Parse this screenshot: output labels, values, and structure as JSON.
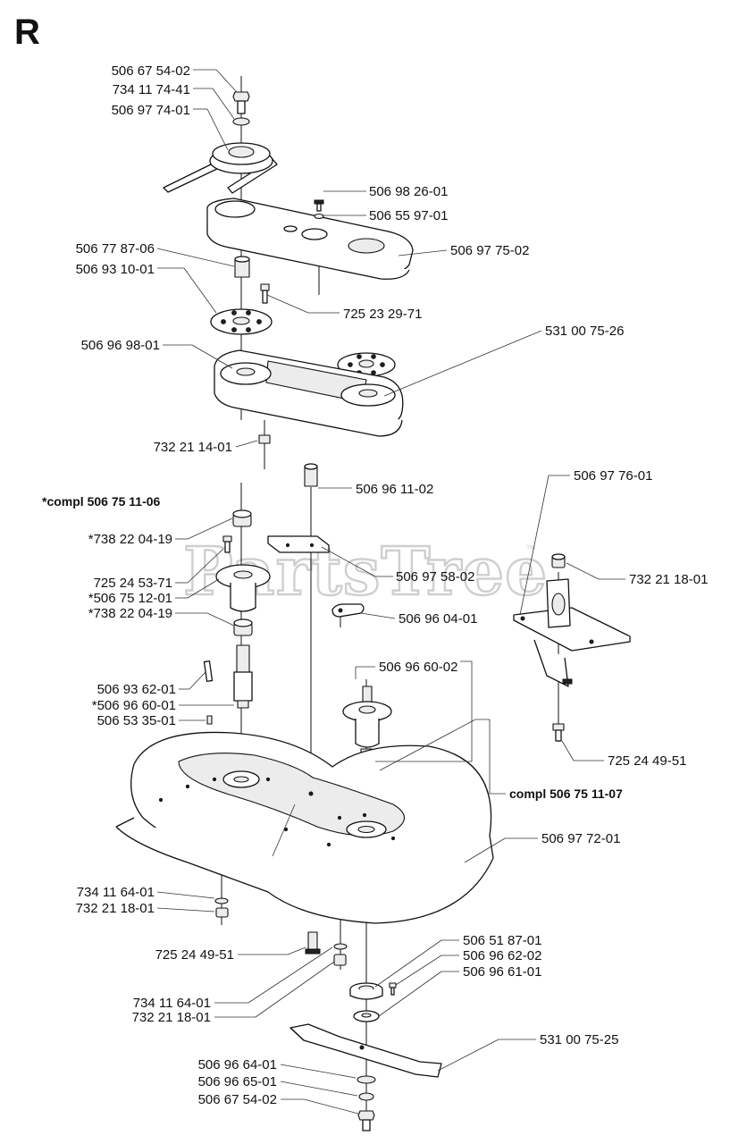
{
  "page_letter": "R",
  "watermark": {
    "text": "PartsTree",
    "mark": "™"
  },
  "callouts": {
    "c01": "506 67 54-02",
    "c02": "734 11 74-41",
    "c03": "506 97 74-01",
    "c04": "506 98 26-01",
    "c05": "506 55 97-01",
    "c06": "506 77 87-06",
    "c07": "506 97 75-02",
    "c08": "506 93 10-01",
    "c09": "725 23 29-71",
    "c10": "531 00 75-26",
    "c11": "506 96 98-01",
    "c12": "732 21 14-01",
    "c13": "506 96 11-02",
    "c14": "*compl 506 75 11-06",
    "c15": "506 97 76-01",
    "c16": "*738 22 04-19",
    "c17": "725 24 53-71",
    "c18": "*506 75 12-01",
    "c19": "506 97 58-02",
    "c20": "732 21 18-01",
    "c21": "*738 22 04-19",
    "c22": "506 96 04-01",
    "c23": "506 96 60-02",
    "c24": "506 93 62-01",
    "c25": "*506 96 60-01",
    "c26": "506 53 35-01",
    "c27": "725 24 49-51",
    "c28": "compl 506 75 11-07",
    "c29": "506 97 72-01",
    "c30": "734 11 64-01",
    "c31": "732 21 18-01",
    "c32": "725 24 49-51",
    "c33": "506 51 87-01",
    "c34": "506 96 62-02",
    "c35": "506 96 61-01",
    "c36": "734 11 64-01",
    "c37": "732 21 18-01",
    "c38": "531 00 75-25",
    "c39": "506 96 64-01",
    "c40": "506 96 65-01",
    "c41": "506 67 54-02"
  }
}
